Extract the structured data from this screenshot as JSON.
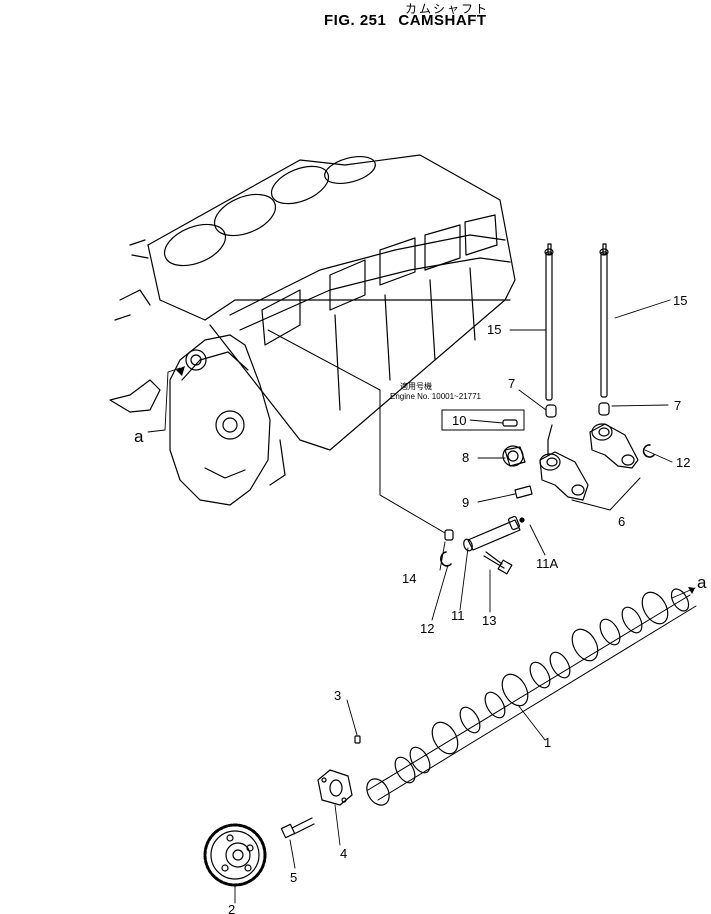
{
  "header": {
    "title_japanese": "カムシャフト",
    "figure_number": "FIG. 251",
    "title": "CAMSHAFT"
  },
  "serial_note": {
    "japanese": "適用号機",
    "engine_range": "Engine No. 10001~21771"
  },
  "callouts": {
    "c1": "1",
    "c2": "2",
    "c3": "3",
    "c4": "4",
    "c5": "5",
    "c6": "6",
    "c7_left": "7",
    "c7_right": "7",
    "c8": "8",
    "c9": "9",
    "c10": "10",
    "c11": "11",
    "c11a": "11A",
    "c12_right": "12",
    "c12_lower": "12",
    "c13": "13",
    "c14": "14",
    "c15_left": "15",
    "c15_right": "15",
    "a_left": "a",
    "a_right": "a"
  }
}
